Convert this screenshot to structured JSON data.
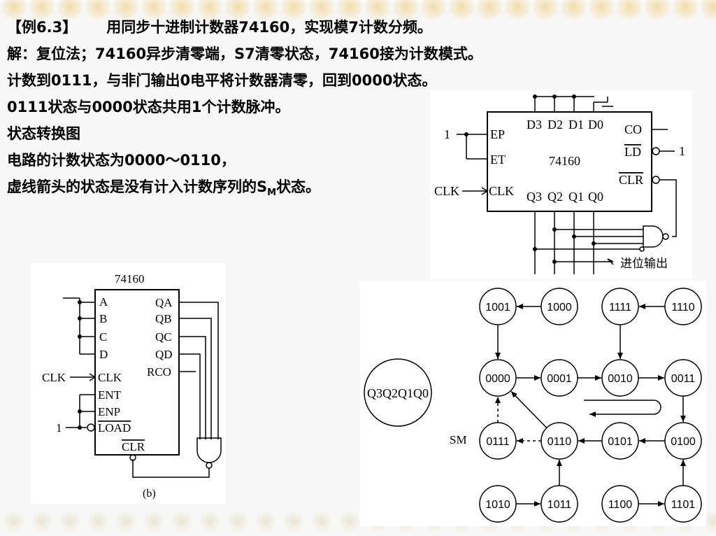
{
  "lines": [
    {
      "head": "【例6.3】",
      "text": "用同步十进制计数器74160，实现模7计数分频。"
    },
    {
      "text": "解：复位法；74160异步清零端，S7清零状态，74160接为计数模式。"
    },
    {
      "text": "计数到0111，与非门输出0电平将计数器清零，回到0000状态。"
    },
    {
      "text": "0111状态与0000状态共用1个计数脉冲。"
    },
    {
      "text": "状态转换图"
    },
    {
      "text": "电路的计数状态为0000～0110，"
    },
    {
      "text_pre": "虚线箭头的状态是没有计入计数序列的S",
      "sub": "M",
      "text_post": "状态。"
    }
  ],
  "circuit_a": {
    "chip": "74160",
    "inputs_top": [
      "D3",
      "D2",
      "D1",
      "D0"
    ],
    "pins_left": [
      "EP",
      "ET",
      "CLK"
    ],
    "pins_right": [
      "CO",
      "LD",
      "CLR"
    ],
    "outputs_bottom": [
      "Q3",
      "Q2",
      "Q1",
      "Q0"
    ],
    "clk_label": "CLK",
    "one_ep": "1",
    "one_ld": "1",
    "carry_label": "进位输出"
  },
  "circuit_b": {
    "chip": "74160",
    "pins_left": [
      "A",
      "B",
      "C",
      "D",
      "CLK",
      "ENT",
      "ENP",
      "LOAD"
    ],
    "pins_right": [
      "QA",
      "QB",
      "QC",
      "QD",
      "RCO"
    ],
    "clr": "CLR",
    "clk_label": "CLK",
    "one_label": "1",
    "caption": "(b)"
  },
  "state_diagram": {
    "legend": "Q3Q2Q1Q0",
    "sm_label": "SM",
    "states": [
      "1001",
      "1000",
      "1111",
      "1110",
      "0000",
      "0001",
      "0010",
      "0011",
      "0111",
      "0110",
      "0101",
      "0100",
      "1010",
      "1011",
      "1100",
      "1101"
    ]
  }
}
